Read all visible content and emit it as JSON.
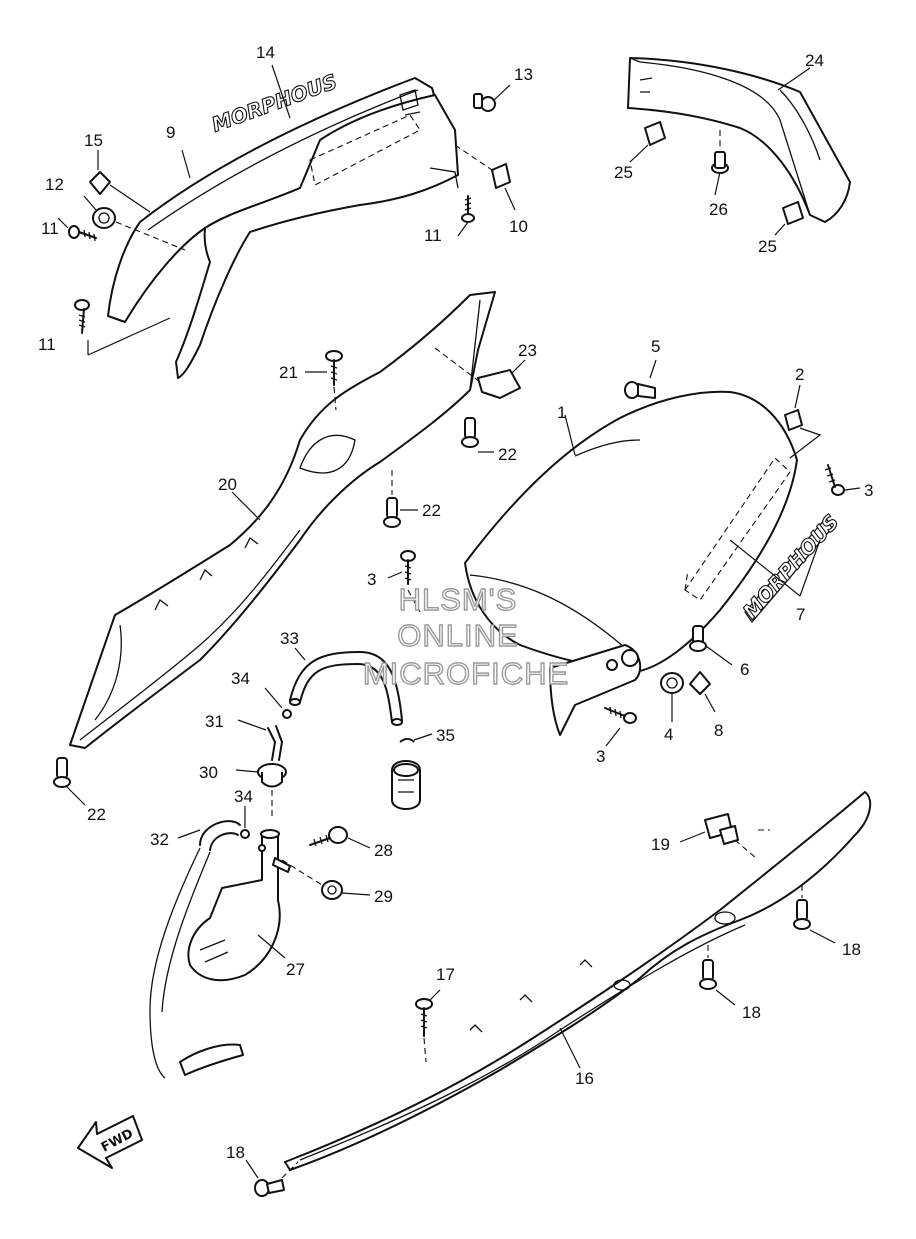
{
  "diagram": {
    "callouts": [
      {
        "id": "c1",
        "label": "1"
      },
      {
        "id": "c2",
        "label": "2"
      },
      {
        "id": "c3a",
        "label": "3"
      },
      {
        "id": "c3b",
        "label": "3"
      },
      {
        "id": "c3c",
        "label": "3"
      },
      {
        "id": "c4",
        "label": "4"
      },
      {
        "id": "c5",
        "label": "5"
      },
      {
        "id": "c6",
        "label": "6"
      },
      {
        "id": "c7",
        "label": "7"
      },
      {
        "id": "c8",
        "label": "8"
      },
      {
        "id": "c9",
        "label": "9"
      },
      {
        "id": "c10",
        "label": "10"
      },
      {
        "id": "c11a",
        "label": "11"
      },
      {
        "id": "c11b",
        "label": "11"
      },
      {
        "id": "c11c",
        "label": "11"
      },
      {
        "id": "c12",
        "label": "12"
      },
      {
        "id": "c13",
        "label": "13"
      },
      {
        "id": "c14",
        "label": "14"
      },
      {
        "id": "c15",
        "label": "15"
      },
      {
        "id": "c16",
        "label": "16"
      },
      {
        "id": "c17",
        "label": "17"
      },
      {
        "id": "c18a",
        "label": "18"
      },
      {
        "id": "c18b",
        "label": "18"
      },
      {
        "id": "c18c",
        "label": "18"
      },
      {
        "id": "c19",
        "label": "19"
      },
      {
        "id": "c20",
        "label": "20"
      },
      {
        "id": "c21",
        "label": "21"
      },
      {
        "id": "c22a",
        "label": "22"
      },
      {
        "id": "c22b",
        "label": "22"
      },
      {
        "id": "c22c",
        "label": "22"
      },
      {
        "id": "c23",
        "label": "23"
      },
      {
        "id": "c24",
        "label": "24"
      },
      {
        "id": "c25a",
        "label": "25"
      },
      {
        "id": "c25b",
        "label": "25"
      },
      {
        "id": "c26",
        "label": "26"
      },
      {
        "id": "c27",
        "label": "27"
      },
      {
        "id": "c28",
        "label": "28"
      },
      {
        "id": "c29",
        "label": "29"
      },
      {
        "id": "c30",
        "label": "30"
      },
      {
        "id": "c31",
        "label": "31"
      },
      {
        "id": "c32",
        "label": "32"
      },
      {
        "id": "c33",
        "label": "33"
      },
      {
        "id": "c34a",
        "label": "34"
      },
      {
        "id": "c34b",
        "label": "34"
      },
      {
        "id": "c35",
        "label": "35"
      }
    ],
    "watermark": [
      "HLSM'S",
      "ONLINE",
      "MICROFICHE"
    ],
    "decal_text": "MORPHOUS",
    "direction_arrow": "FWD"
  },
  "colors": {
    "line": "#111111",
    "watermark_outline": "#9a9a9a",
    "background": "#ffffff"
  }
}
